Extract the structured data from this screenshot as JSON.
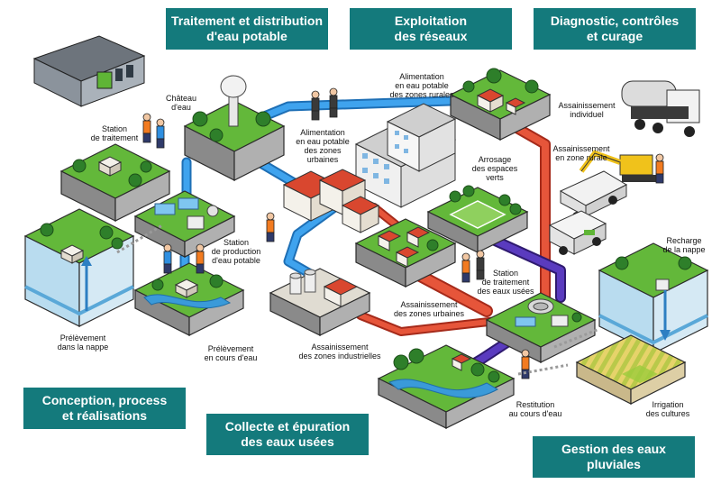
{
  "colors": {
    "badge": "#147a7c",
    "pipe_potable": "#2f8fe0",
    "pipe_wastewater": "#e2472e",
    "pipe_treated": "#4b2fa0",
    "grass": "#5fb536",
    "ground": "#d8d3c6",
    "water": "#3a9ad9"
  },
  "badges": {
    "traitement": [
      "Traitement et distribution",
      "d'eau potable"
    ],
    "exploitation": [
      "Exploitation",
      "des réseaux"
    ],
    "diagnostic": [
      "Diagnostic, contrôles",
      "et curage"
    ],
    "conception": [
      "Conception, process",
      "et réalisations"
    ],
    "collecte": [
      "Collecte et épuration",
      "des eaux usées"
    ],
    "gestion": [
      "Gestion des eaux",
      "pluviales"
    ]
  },
  "labels": {
    "chateau": [
      "Château",
      "d'eau"
    ],
    "station_traitement": [
      "Station",
      "de traitement"
    ],
    "alim_rurales": [
      "Alimentation",
      "en eau potable",
      "des zones rurales"
    ],
    "alim_urbaines": [
      "Alimentation",
      "en eau potable",
      "des zones",
      "urbaines"
    ],
    "assain_individuel": [
      "Assainissement",
      "individuel"
    ],
    "assain_rurale": [
      "Assainissement",
      "en zone rurale"
    ],
    "arrosage": [
      "Arrosage",
      "des espaces",
      "verts"
    ],
    "station_production": [
      "Station",
      "de production",
      "d'eau potable"
    ],
    "recharge": [
      "Recharge",
      "de la nappe"
    ],
    "station_eaux_usees": [
      "Station",
      "de traitement",
      "des eaux usées"
    ],
    "assain_urbaines": [
      "Assainissement",
      "des zones urbaines"
    ],
    "prelevement_nappe": [
      "Prélèvement",
      "dans la nappe"
    ],
    "prelevement_cours": [
      "Prélèvement",
      "en cours d'eau"
    ],
    "assain_industrielles": [
      "Assainissement",
      "des zones industrielles"
    ],
    "restitution": [
      "Restitution",
      "au cours d'eau"
    ],
    "irrigation": [
      "Irrigation",
      "des cultures"
    ]
  }
}
